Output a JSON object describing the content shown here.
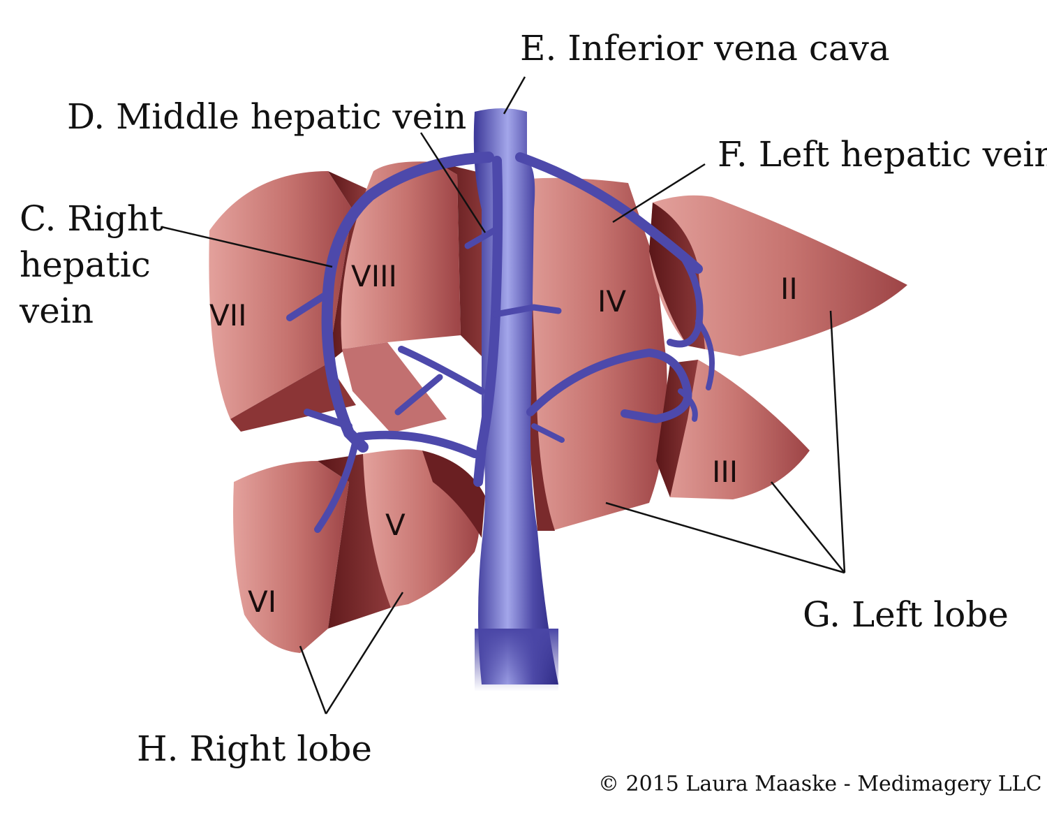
{
  "labels": {
    "ivc": "E. Inferior vena cava",
    "mhv": "D. Middle hepatic vein",
    "lhv": "F. Left hepatic vein",
    "rhv_1": "C. Right",
    "rhv_2": "hepatic",
    "rhv_3": "vein",
    "left_lobe": "G. Left lobe",
    "right_lobe": "H. Right lobe"
  },
  "segments": {
    "II": "II",
    "III": "III",
    "IV": "IV",
    "V": "V",
    "VI": "VI",
    "VII": "VII",
    "VIII": "VIII"
  },
  "copyright": "© 2015 Laura Maaske - Medimagery LLC",
  "colors": {
    "liver_light": "#d98a86",
    "liver_mid": "#b45f5e",
    "liver_dark": "#6e2224",
    "vein_light": "#8f92e0",
    "vein_dark": "#2e2a8c",
    "leader_line": "#111111"
  }
}
